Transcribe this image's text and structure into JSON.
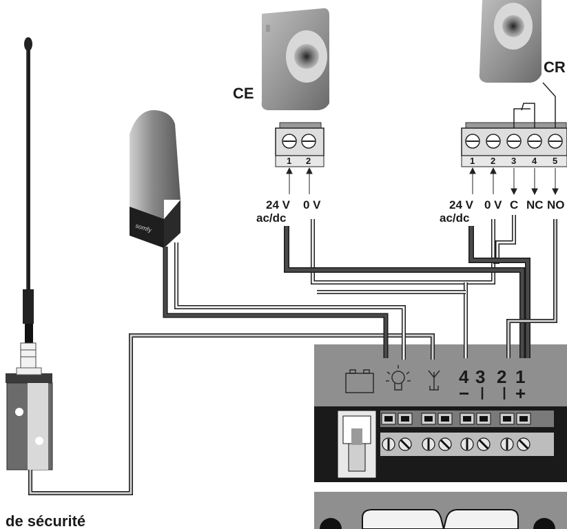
{
  "labels": {
    "ce": "CE",
    "cr": "CR",
    "ce_terminal_1": "1",
    "ce_terminal_2": "2",
    "ce_voltage_24": "24 V",
    "ce_acdc": "ac/dc",
    "ce_voltage_0": "0 V",
    "cr_terminal_1": "1",
    "cr_terminal_2": "2",
    "cr_terminal_3": "3",
    "cr_terminal_4": "4",
    "cr_terminal_5": "5",
    "cr_voltage_24": "24 V",
    "cr_acdc": "ac/dc",
    "cr_voltage_0": "0 V",
    "cr_c": "C",
    "cr_nc": "NC",
    "cr_no": "NO",
    "board_4": "4",
    "board_3": "3",
    "board_2": "2",
    "board_1": "1",
    "board_minus": "−",
    "board_plus": "+",
    "caption": "de sécurité"
  },
  "colors": {
    "dark_wire": "#4a4a4a",
    "light_wire": "#b5b5b5",
    "board": "#8c8c8c",
    "board_dark": "#1c1c1c"
  }
}
